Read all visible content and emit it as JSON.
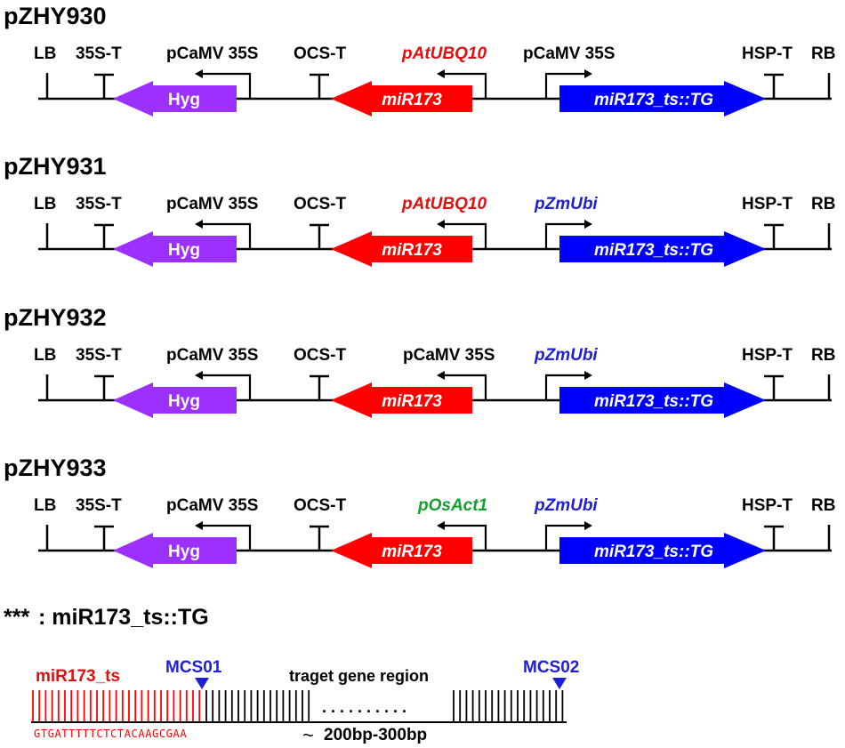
{
  "colors": {
    "hyg": "#9b30ff",
    "mir": "#ff0000",
    "tg": "#0000ff",
    "red_label": "#e01010",
    "blue_label": "#1f1fd6",
    "green_label": "#14a030",
    "line": "#000000"
  },
  "constructs": [
    {
      "name": "pZHY930",
      "labels": {
        "lb": "LB",
        "t35s": "35S-T",
        "hyg_promoter": "pCaMV 35S",
        "ocs": "OCS-T",
        "mir_promoter": "pAtUBQ10",
        "tg_promoter": "pCaMV 35S",
        "hsp": "HSP-T",
        "rb": "RB"
      },
      "mir_promoter_color": "red",
      "tg_promoter_color": "black",
      "genes": {
        "hyg": "Hyg",
        "mir": "miR173",
        "tg": "miR173_ts::TG"
      }
    },
    {
      "name": "pZHY931",
      "labels": {
        "lb": "LB",
        "t35s": "35S-T",
        "hyg_promoter": "pCaMV 35S",
        "ocs": "OCS-T",
        "mir_promoter": "pAtUBQ10",
        "tg_promoter": "pZmUbi",
        "hsp": "HSP-T",
        "rb": "RB"
      },
      "mir_promoter_color": "red",
      "tg_promoter_color": "blue",
      "genes": {
        "hyg": "Hyg",
        "mir": "miR173",
        "tg": "miR173_ts::TG"
      }
    },
    {
      "name": "pZHY932",
      "labels": {
        "lb": "LB",
        "t35s": "35S-T",
        "hyg_promoter": "pCaMV 35S",
        "ocs": "OCS-T",
        "mir_promoter": "pCaMV 35S",
        "tg_promoter": "pZmUbi",
        "hsp": "HSP-T",
        "rb": "RB"
      },
      "mir_promoter_color": "black",
      "tg_promoter_color": "blue",
      "genes": {
        "hyg": "Hyg",
        "mir": "miR173",
        "tg": "miR173_ts::TG"
      }
    },
    {
      "name": "pZHY933",
      "labels": {
        "lb": "LB",
        "t35s": "35S-T",
        "hyg_promoter": "pCaMV 35S",
        "ocs": "OCS-T",
        "mir_promoter": "pOsAct1",
        "tg_promoter": "pZmUbi",
        "hsp": "HSP-T",
        "rb": "RB"
      },
      "mir_promoter_color": "green",
      "tg_promoter_color": "blue",
      "genes": {
        "hyg": "Hyg",
        "mir": "miR173",
        "tg": "miR173_ts::TG"
      }
    }
  ],
  "detail": {
    "stars": "***",
    "title": ": miR173_ts::TG",
    "ts_label": "miR173_ts",
    "mcs01": "MCS01",
    "mcs02": "MCS02",
    "region_label": "traget gene region",
    "dots": ". . . . . . . . . .",
    "sequence": "GTGATTTTTCTCTACAAGCGAA",
    "size_tilde": "~",
    "size_label": "200bp-300bp"
  }
}
